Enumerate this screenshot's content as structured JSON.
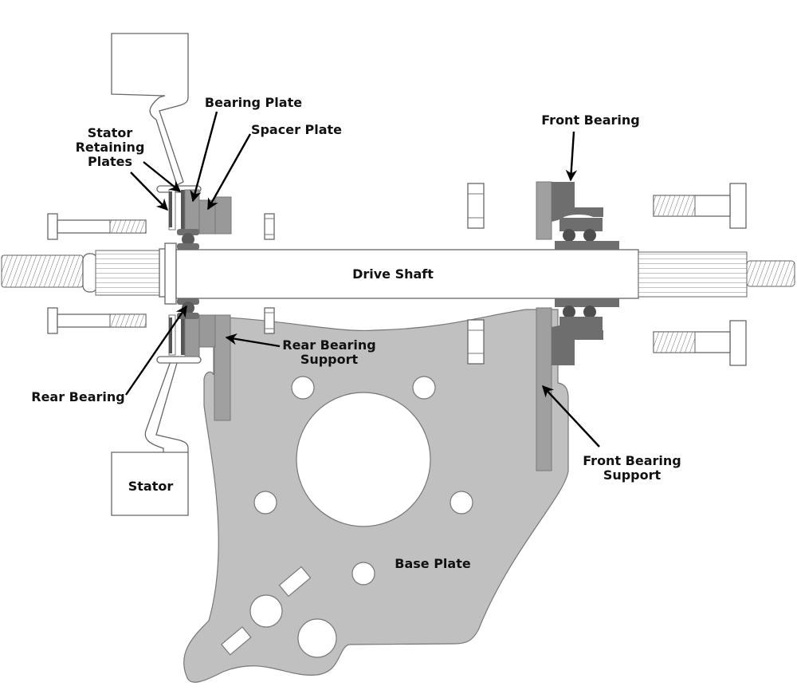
{
  "diagram": {
    "title": "Drive shaft bearing assembly (exploded view)",
    "colors": {
      "base_plate": "#c0c0c0",
      "support": "#a0a0a0",
      "bearing_dark": "#6e6e6e",
      "bearing_mid": "#8c8c8c",
      "outline": "#666666",
      "label": "#111111"
    },
    "labels": {
      "bearing_plate": "Bearing Plate",
      "spacer_plate": "Spacer Plate",
      "stator_retaining_plates": [
        "Stator",
        "Retaining",
        "Plates"
      ],
      "front_bearing": "Front Bearing",
      "drive_shaft": "Drive Shaft",
      "rear_bearing_support": [
        "Rear Bearing",
        "Support"
      ],
      "rear_bearing": "Rear Bearing",
      "front_bearing_support": [
        "Front Bearing",
        "Support"
      ],
      "stator": "Stator",
      "base_plate": "Base Plate"
    }
  }
}
